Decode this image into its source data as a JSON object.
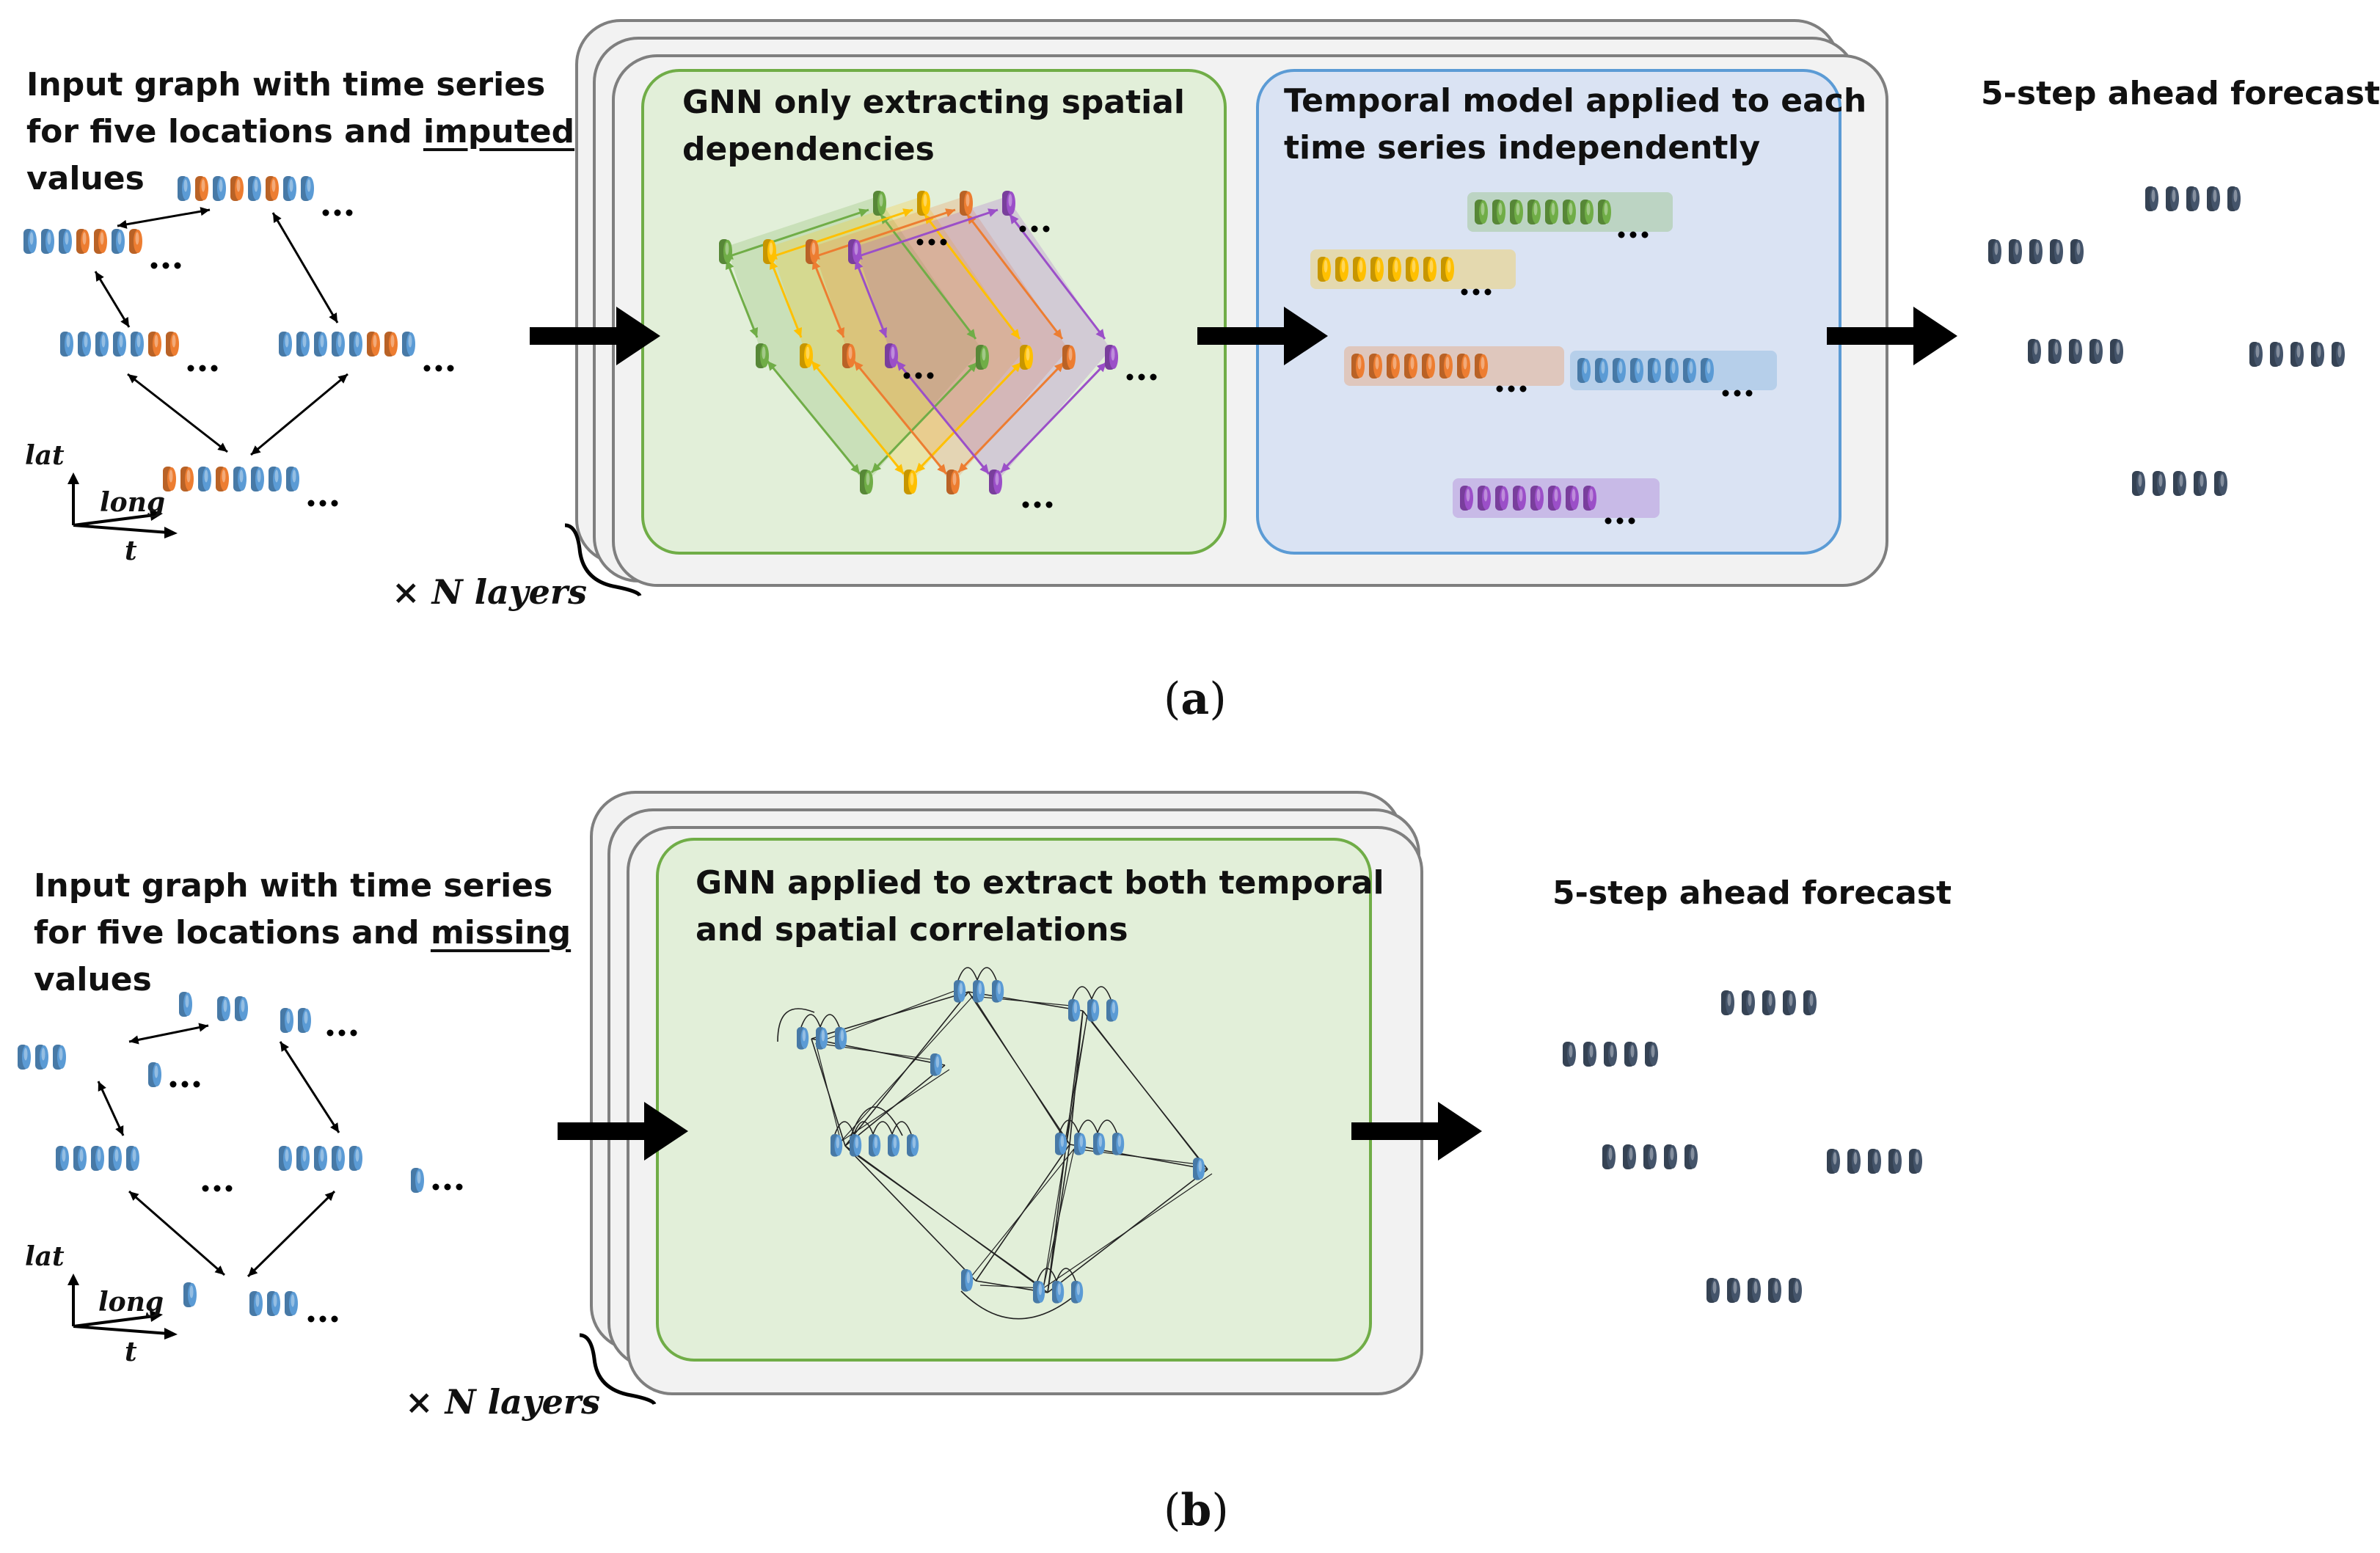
{
  "panel_a": {
    "input_label_1": "Input graph with time series",
    "input_label_2": "for five locations and ",
    "input_label_underlined": "imputed",
    "input_label_3": "values",
    "gnn_title_1": "GNN only extracting spatial",
    "gnn_title_2": "dependencies",
    "temporal_title_1": "Temporal model applied to each",
    "temporal_title_2": "time series independently",
    "output_label": "5-step ahead forecast",
    "layers_times": "×",
    "layers_label": "N layers",
    "axis_lat": "lat",
    "axis_long": "long",
    "axis_t": "t",
    "caption_open": "(",
    "caption_letter": "a",
    "caption_close": ")",
    "ellipsis": "..."
  },
  "panel_b": {
    "input_label_1": "Input graph with time series",
    "input_label_2": "for five locations and ",
    "input_label_underlined": "missing",
    "input_label_3": "values",
    "gnn_title_1": "GNN applied to extract both temporal",
    "gnn_title_2": "and spatial correlations",
    "output_label": "5-step ahead forecast",
    "layers_times": "×",
    "layers_label": "N layers",
    "axis_lat": "lat",
    "axis_long": "long",
    "axis_t": "t",
    "caption_open": "(",
    "caption_letter": "b",
    "caption_close": ")",
    "ellipsis": "..."
  },
  "colors": {
    "blue_node": "#5b9bd5",
    "orange_node": "#ed7d31",
    "green_node": "#70ad47",
    "yellow_node": "#ffc000",
    "purple_node": "#9b4fc8",
    "dark_node": "#44546a",
    "green_box_fill": "#e2efd9",
    "green_box_stroke": "#70ad47",
    "blue_box_fill": "#dae3f3",
    "blue_box_stroke": "#5b9bd5",
    "grey_box_fill": "#f2f2f2",
    "grey_box_stroke": "#7f7f7f"
  }
}
